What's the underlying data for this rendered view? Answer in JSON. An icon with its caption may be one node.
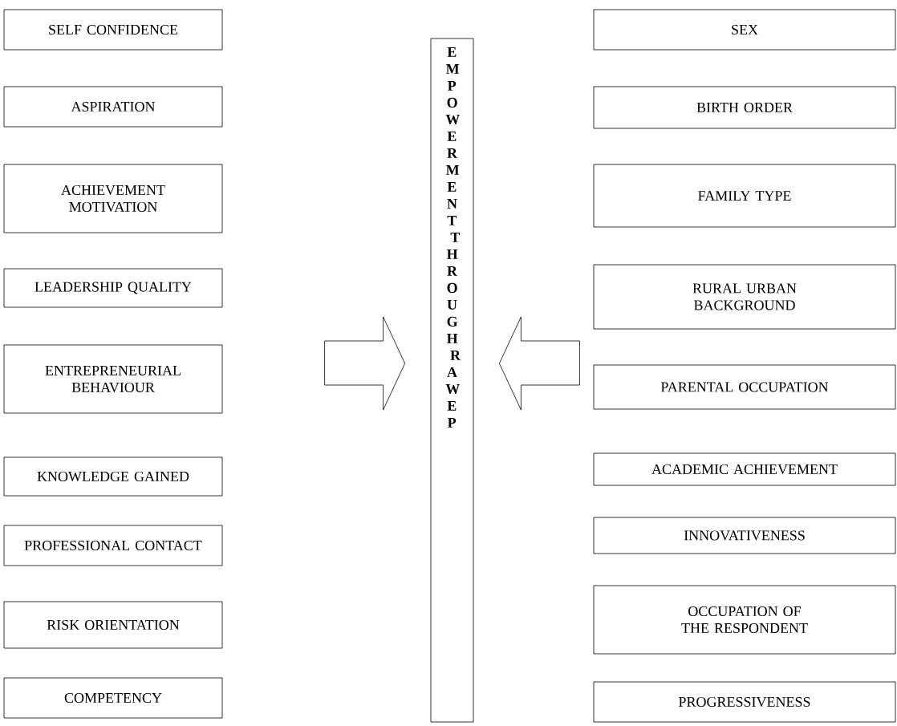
{
  "diagram": {
    "nodes": [
      {
        "text": [
          "SELF CONFIDENCE"
        ]
      },
      {
        "text": [
          "ASPIRATION"
        ]
      },
      {
        "text": [
          "ACHIEVEMENT MOTIVATION"
        ]
      },
      {
        "text": [
          "LEADERSHIP QUALITY"
        ]
      },
      {
        "text": [
          "ENTREPRENEURIAL BEHAVIOUR"
        ]
      },
      {
        "text": [
          "KNOWLEDGE GAINED"
        ]
      },
      {
        "text": [
          "PROFESSIONAL CONTACT"
        ]
      },
      {
        "text": [
          "RISK ORIENTATION"
        ]
      },
      {
        "text": [
          "COMPETENCY"
        ]
      },
      {
        "text": [
          "EMPOWERMENT THROUGH RAWEP"
        ]
      },
      {
        "text": [
          "SEX"
        ]
      },
      {
        "text": [
          "BIRTH ORDER"
        ]
      },
      {
        "text": [
          "FAMILY TYPE"
        ]
      },
      {
        "text": [
          "RURAL URBAN BACKGROUND"
        ]
      },
      {
        "text": [
          "PARENTAL OCCUPATION"
        ]
      },
      {
        "text": [
          "ACADEMIC ACHIEVEMENT"
        ]
      },
      {
        "text": [
          "INNOVATIVENESS"
        ]
      },
      {
        "text": [
          "OCCUPATION OF THE RESPONDENT"
        ]
      },
      {
        "text": [
          "PROGRESSIVENESS"
        ]
      }
    ],
    "edges": [
      {
        "from": null,
        "to": 9,
        "arrow": "to"
      },
      {
        "from": null,
        "to": 9,
        "arrow": "to"
      }
    ]
  }
}
